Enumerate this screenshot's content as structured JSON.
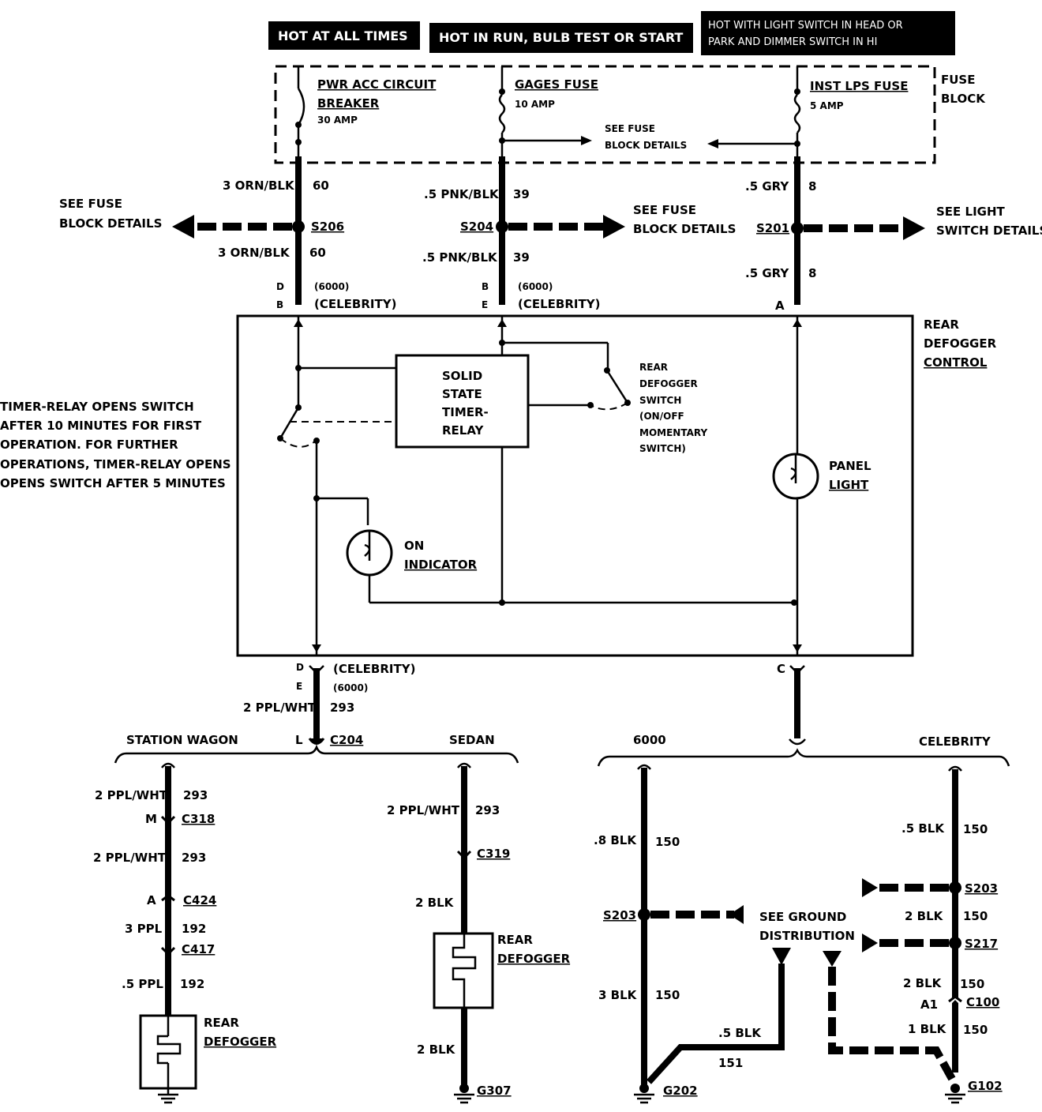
{
  "headers": {
    "always": "HOT AT ALL TIMES",
    "run": "HOT IN RUN,   BULB TEST OR START",
    "lights_line1": "HOT WITH LIGHT SWITCH IN HEAD OR",
    "lights_line2": "PARK AND DIMMER SWITCH IN HI"
  },
  "fuse_block": {
    "label_1": "FUSE",
    "label_2": "BLOCK",
    "breaker_1": "PWR ACC CIRCUIT",
    "breaker_2": "BREAKER",
    "breaker_amp": "30 AMP",
    "gages": "GAGES FUSE",
    "gages_amp": "10 AMP",
    "inst": "INST LPS FUSE",
    "inst_amp": "5 AMP",
    "see_1": "SEE FUSE",
    "see_2": "BLOCK DETAILS"
  },
  "wires": {
    "orn_top": "3 ORN/BLK",
    "orn_top_num": "60",
    "orn_bot": "3 ORN/BLK",
    "orn_bot_num": "60",
    "pnk_top": ".5 PNK/BLK",
    "pnk_top_num": "39",
    "pnk_bot": ".5 PNK/BLK",
    "pnk_bot_num": "39",
    "gry_top": ".5 GRY",
    "gry_top_num": "8",
    "gry_bot": ".5 GRY",
    "gry_bot_num": "8",
    "ppl_main": "2 PPL/WHT",
    "ppl_main_num": "293"
  },
  "splices": {
    "s206": "S206",
    "s204": "S204",
    "s201": "S201"
  },
  "side_refs": {
    "left_1": "SEE FUSE",
    "left_2": "BLOCK DETAILS",
    "mid_1": "SEE FUSE",
    "mid_2": "BLOCK DETAILS",
    "right_1": "SEE LIGHT",
    "right_2": "SWITCH DETAILS"
  },
  "connectors_top": {
    "d": "D",
    "b1": "B",
    "b2": "B",
    "e": "E",
    "a": "A",
    "p6000_1": "(6000)",
    "celeb_1": "(CELEBRITY)",
    "p6000_2": "(6000)",
    "celeb_2": "(CELEBRITY)"
  },
  "control": {
    "title_1": "REAR",
    "title_2": "DEFOGGER",
    "title_3": "CONTROL",
    "relay_1": "SOLID",
    "relay_2": "STATE",
    "relay_3": "TIMER-",
    "relay_4": "RELAY",
    "switch_1": "REAR",
    "switch_2": "DEFOGGER",
    "switch_3": "SWITCH",
    "switch_4": "(ON/OFF",
    "switch_5": "MOMENTARY",
    "switch_6": "SWITCH)",
    "panel_1": "PANEL",
    "panel_2": "LIGHT",
    "on_1": "ON",
    "on_2": "INDICATOR"
  },
  "note": {
    "line1": "TIMER-RELAY OPENS SWITCH",
    "line2": "AFTER 10 MINUTES FOR FIRST",
    "line3": "OPERATION. FOR FURTHER",
    "line4": "OPERATIONS, TIMER-RELAY OPENS",
    "line5": "OPENS SWITCH AFTER 5 MINUTES"
  },
  "bottom_conn": {
    "d": "D",
    "e": "E",
    "celeb": "(CELEBRITY)",
    "p6000": "(6000)",
    "l": "L",
    "c204": "C204",
    "c": "C"
  },
  "wagon": {
    "title": "STATION WAGON",
    "w1": "2 PPL/WHT",
    "w1n": "293",
    "m": "M",
    "c318": "C318",
    "w2": "2 PPL/WHT",
    "w2n": "293",
    "a": "A",
    "c424": "C424",
    "w3": "3 PPL",
    "w3n": "192",
    "c417": "C417",
    "w4": ".5 PPL",
    "w4n": "192",
    "def_1": "REAR",
    "def_2": "DEFOGGER"
  },
  "sedan": {
    "title": "SEDAN",
    "w1": "2 PPL/WHT",
    "w1n": "293",
    "c319": "C319",
    "w2": "2 BLK",
    "def_1": "REAR",
    "def_2": "DEFOGGER",
    "w3": "2 BLK",
    "g307": "G307"
  },
  "m6000": {
    "title": "6000",
    "w1": ".8 BLK",
    "w1n": "150",
    "s203": "S203",
    "w2": "3 BLK",
    "w2n": "150",
    "w3": ".5 BLK",
    "w3n": "151",
    "g202": "G202"
  },
  "ground": {
    "see_1": "SEE GROUND",
    "see_2": "DISTRIBUTION"
  },
  "celebrity": {
    "title": "CELEBRITY",
    "w1": ".5 BLK",
    "w1n": "150",
    "s203": "S203",
    "w2": "2 BLK",
    "w2n": "150",
    "s217": "S217",
    "w3": "2 BLK",
    "w3n": "150",
    "a1": "A1",
    "c100": "C100",
    "w4": "1 BLK",
    "w4n": "150",
    "g102": "G102"
  }
}
